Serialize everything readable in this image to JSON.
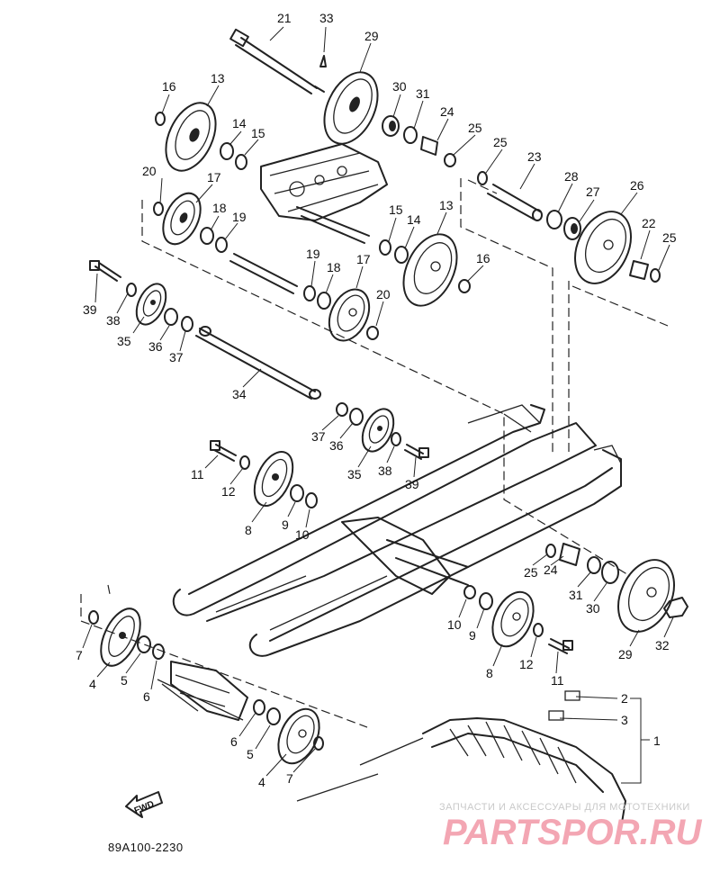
{
  "diagram": {
    "drawing_code": "89A100-2230",
    "fwd_label": "FWD",
    "watermark": {
      "line1": "ЗАПЧАСТИ И АКСЕССУАРЫ ДЛЯ МОТОТЕХНИКИ",
      "line2": "PARTSPOR.RU"
    },
    "callouts": [
      {
        "id": "c21",
        "label": "21"
      },
      {
        "id": "c33",
        "label": "33"
      },
      {
        "id": "c29a",
        "label": "29"
      },
      {
        "id": "c16a",
        "label": "16"
      },
      {
        "id": "c13a",
        "label": "13"
      },
      {
        "id": "c30a",
        "label": "30"
      },
      {
        "id": "c31a",
        "label": "31"
      },
      {
        "id": "c24a",
        "label": "24"
      },
      {
        "id": "c25a",
        "label": "25"
      },
      {
        "id": "c14a",
        "label": "14"
      },
      {
        "id": "c15a",
        "label": "15"
      },
      {
        "id": "c25b",
        "label": "25"
      },
      {
        "id": "c23",
        "label": "23"
      },
      {
        "id": "c20a",
        "label": "20"
      },
      {
        "id": "c17a",
        "label": "17"
      },
      {
        "id": "c28",
        "label": "28"
      },
      {
        "id": "c27",
        "label": "27"
      },
      {
        "id": "c26",
        "label": "26"
      },
      {
        "id": "c18a",
        "label": "18"
      },
      {
        "id": "c19a",
        "label": "19"
      },
      {
        "id": "c15b",
        "label": "15"
      },
      {
        "id": "c14b",
        "label": "14"
      },
      {
        "id": "c13b",
        "label": "13"
      },
      {
        "id": "c22",
        "label": "22"
      },
      {
        "id": "c25c",
        "label": "25"
      },
      {
        "id": "c16b",
        "label": "16"
      },
      {
        "id": "c19b",
        "label": "19"
      },
      {
        "id": "c18b",
        "label": "18"
      },
      {
        "id": "c17b",
        "label": "17"
      },
      {
        "id": "c39a",
        "label": "39"
      },
      {
        "id": "c38a",
        "label": "38"
      },
      {
        "id": "c35a",
        "label": "35"
      },
      {
        "id": "c36a",
        "label": "36"
      },
      {
        "id": "c37a",
        "label": "37"
      },
      {
        "id": "c20b",
        "label": "20"
      },
      {
        "id": "c34",
        "label": "34"
      },
      {
        "id": "c37b",
        "label": "37"
      },
      {
        "id": "c36b",
        "label": "36"
      },
      {
        "id": "c35b",
        "label": "35"
      },
      {
        "id": "c38b",
        "label": "38"
      },
      {
        "id": "c39b",
        "label": "39"
      },
      {
        "id": "c11a",
        "label": "11"
      },
      {
        "id": "c12a",
        "label": "12"
      },
      {
        "id": "c8a",
        "label": "8"
      },
      {
        "id": "c9a",
        "label": "9"
      },
      {
        "id": "c10a",
        "label": "10"
      },
      {
        "id": "c25d",
        "label": "25"
      },
      {
        "id": "c24b",
        "label": "24"
      },
      {
        "id": "c31b",
        "label": "31"
      },
      {
        "id": "c30b",
        "label": "30"
      },
      {
        "id": "c10b",
        "label": "10"
      },
      {
        "id": "c9b",
        "label": "9"
      },
      {
        "id": "c29b",
        "label": "29"
      },
      {
        "id": "c32",
        "label": "32"
      },
      {
        "id": "c8b",
        "label": "8"
      },
      {
        "id": "c12b",
        "label": "12"
      },
      {
        "id": "c11b",
        "label": "11"
      },
      {
        "id": "c7a",
        "label": "7"
      },
      {
        "id": "c4a",
        "label": "4"
      },
      {
        "id": "c5a",
        "label": "5"
      },
      {
        "id": "c6a",
        "label": "6"
      },
      {
        "id": "c2",
        "label": "2"
      },
      {
        "id": "c3",
        "label": "3"
      },
      {
        "id": "c1",
        "label": "1"
      },
      {
        "id": "c6b",
        "label": "6"
      },
      {
        "id": "c5b",
        "label": "5"
      },
      {
        "id": "c4b",
        "label": "4"
      },
      {
        "id": "c7b",
        "label": "7"
      }
    ]
  }
}
